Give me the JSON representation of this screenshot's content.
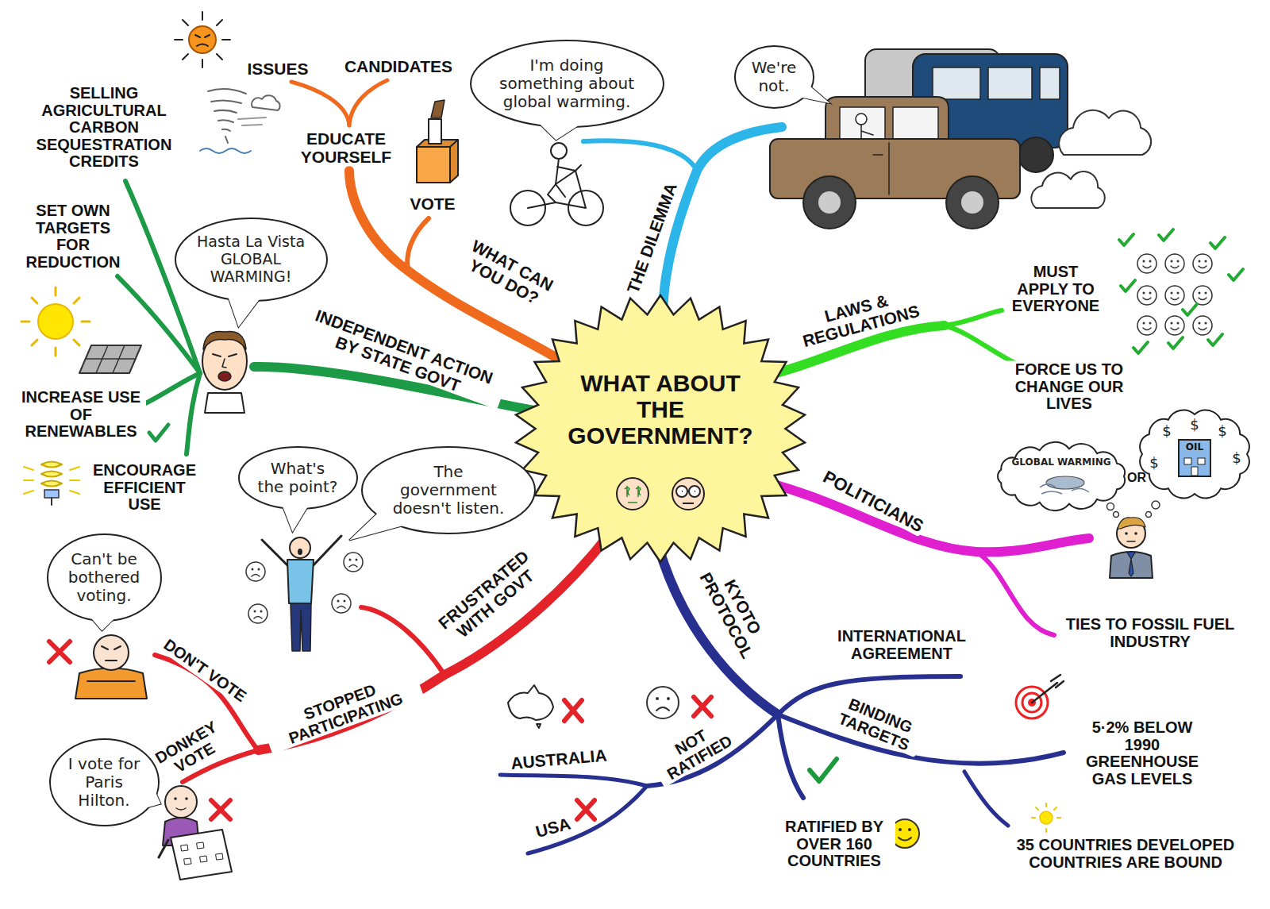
{
  "diagram": {
    "nodes": [
      {
        "text": [
          "WHAT ABOUT THE GOVERNMENT?"
        ]
      },
      {
        "text": [
          "I'm doing something about global warming."
        ]
      },
      {
        "text": [
          "We're not."
        ]
      },
      {
        "text": [
          "Hasta La Vista GLOBAL WARMING!"
        ]
      },
      {
        "text": [
          "What's the point?"
        ]
      },
      {
        "text": [
          "The government doesn't listen."
        ]
      },
      {
        "text": [
          "Can't be bothered voting."
        ]
      },
      {
        "text": [
          "I vote for Paris Hilton."
        ]
      },
      {
        "text": [
          "GLOBAL WARMING"
        ]
      },
      {
        "text": [
          "$",
          "$",
          "$",
          "$",
          "$"
        ]
      },
      {
        "text": [
          "OIL"
        ],
        "in": 9
      }
    ],
    "labels": [
      "ISSUES",
      "CANDIDATES",
      "EDUCATE YOURSELF",
      "VOTE",
      "WHAT CAN YOU DO?",
      "THE DILEMMA",
      "SELLING AGRICULTURAL CARBON SEQUESTRATION CREDITS",
      "SET OWN TARGETS FOR REDUCTION",
      "INDEPENDENT ACTION BY STATE GOVT",
      "INCREASE USE OF RENEWABLES",
      "ENCOURAGE EFFICIENT USE",
      "LAWS & REGULATIONS",
      "MUST APPLY TO EVERYONE",
      "FORCE US TO CHANGE OUR LIVES",
      "POLITICIANS",
      "OR",
      "TIES TO FOSSIL FUEL INDUSTRY",
      "FRUSTRATED WITH GOVT",
      "STOPPED PARTICIPATING",
      "DON'T VOTE",
      "DONKEY VOTE",
      "KYOTO PROTOCOL",
      "INTERNATIONAL AGREEMENT",
      "BINDING TARGETS",
      "5·2% BELOW 1990 GREENHOUSE GAS LEVELS",
      "35 COUNTRIES DEVELOPED COUNTRIES ARE BOUND",
      "NOT RATIFIED",
      "AUSTRALIA",
      "USA",
      "RATIFIED BY OVER 160 COUNTRIES"
    ]
  }
}
